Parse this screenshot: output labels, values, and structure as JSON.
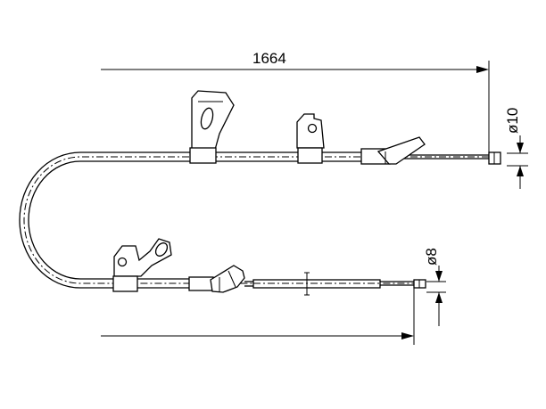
{
  "dimensions": {
    "overall_length": "1664",
    "diameter_top": "ø10",
    "diameter_bottom": "ø8"
  }
}
